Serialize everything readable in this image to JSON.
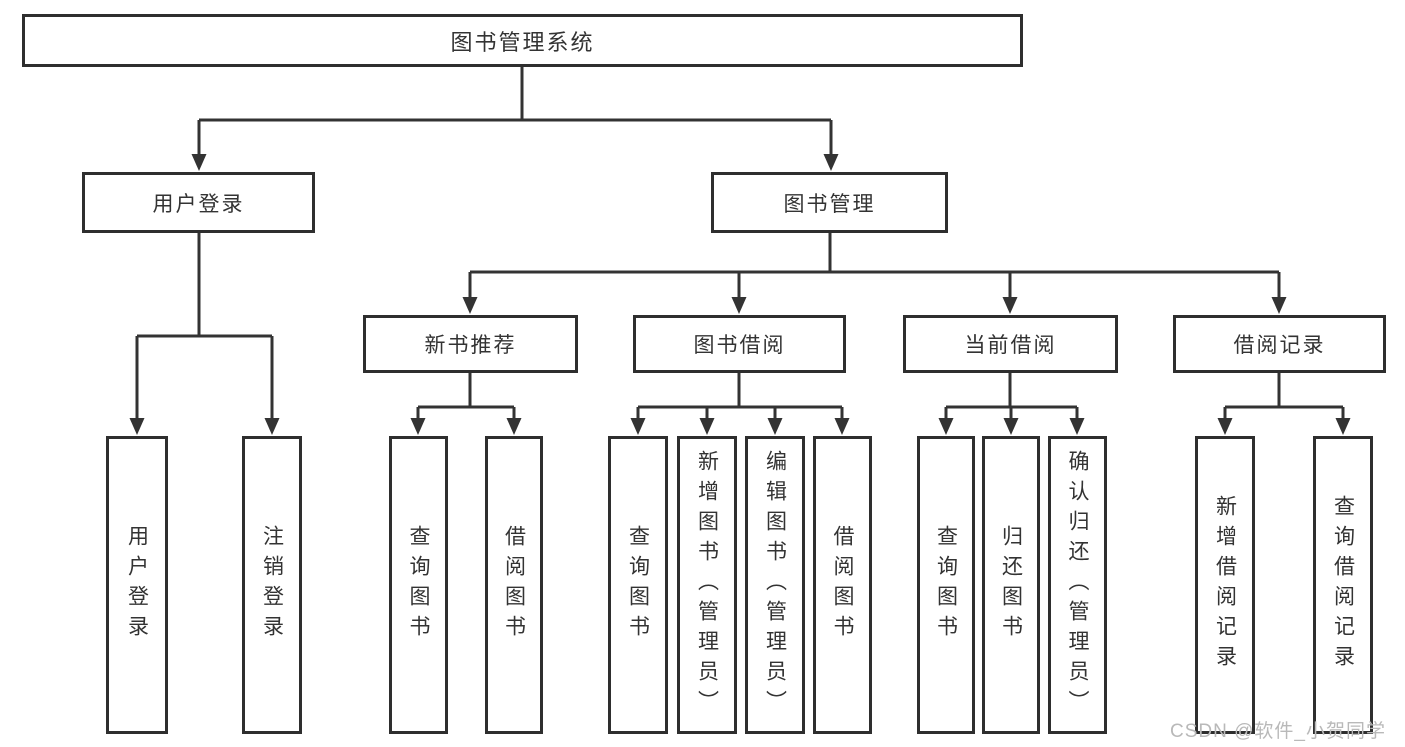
{
  "tree": {
    "root": {
      "label": "图书管理系统"
    },
    "branches": [
      {
        "label": "用户登录",
        "children": [
          {
            "label": "用户登录"
          },
          {
            "label": "注销登录"
          }
        ]
      },
      {
        "label": "图书管理",
        "children": [
          {
            "label": "新书推荐",
            "children": [
              {
                "label": "查询图书"
              },
              {
                "label": "借阅图书"
              }
            ]
          },
          {
            "label": "图书借阅",
            "children": [
              {
                "label": "查询图书"
              },
              {
                "label": "新增图书（管理员）"
              },
              {
                "label": "编辑图书（管理员）"
              },
              {
                "label": "借阅图书"
              }
            ]
          },
          {
            "label": "当前借阅",
            "children": [
              {
                "label": "查询图书"
              },
              {
                "label": "归还图书"
              },
              {
                "label": "确认归还（管理员）"
              }
            ]
          },
          {
            "label": "借阅记录",
            "children": [
              {
                "label": "新增借阅记录"
              },
              {
                "label": "查询借阅记录"
              }
            ]
          }
        ]
      }
    ]
  },
  "watermark": "CSDN @软件_小贺同学",
  "colors": {
    "line": "#333333",
    "box_border": "#2e2e2e",
    "text": "#333333",
    "watermark": "#b9b9b9",
    "background": "#ffffff"
  }
}
